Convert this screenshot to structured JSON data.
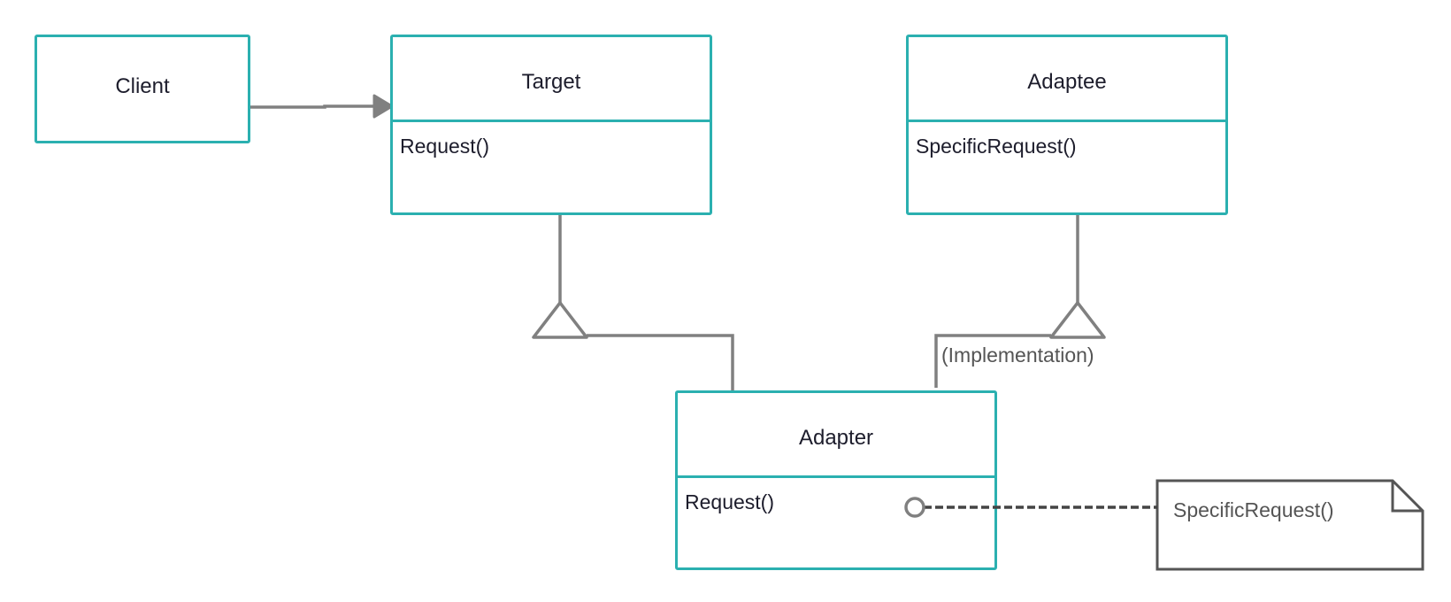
{
  "diagram": {
    "classes": {
      "client": {
        "name": "Client"
      },
      "target": {
        "name": "Target",
        "method": "Request()"
      },
      "adaptee": {
        "name": "Adaptee",
        "method": "SpecificRequest()"
      },
      "adapter": {
        "name": "Adapter",
        "method": "Request()"
      }
    },
    "implementation_label": "(Implementation)",
    "note_text": "SpecificRequest()",
    "colors": {
      "class_border": "#2bb0b0",
      "connector": "#808080",
      "note_border": "#555555",
      "text": "#1d1d2c"
    }
  }
}
